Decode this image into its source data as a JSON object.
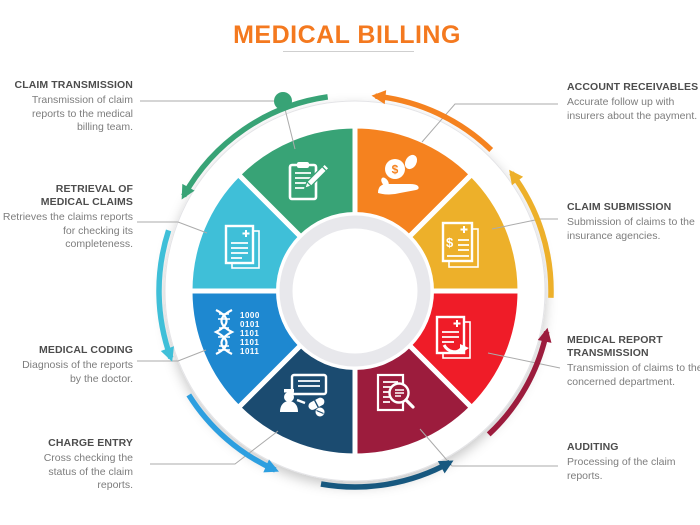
{
  "title": "MEDICAL BILLING",
  "palette": {
    "orange": "#F5821F",
    "yellow": "#EDB02A",
    "red": "#EF1C28",
    "maroon": "#9C1C3D",
    "navy": "#1B4B70",
    "blue": "#1E88D0",
    "cyan": "#3FBFD8",
    "green": "#38A376",
    "arc_blue": "#2D9FE0",
    "arc_navy": "#17587F",
    "heading_text": "#4D4D4D",
    "body_text": "#7D7D7D",
    "connector": "#ABABAB",
    "title_orange": "#F4791F"
  },
  "steps": [
    {
      "id": "account-receivables",
      "title": "ACCOUNT RECEIVABLES",
      "desc": "Accurate follow up with insurers about the payment.",
      "icon": "hand-coins-icon",
      "color": "orange",
      "coin_symbol": "$"
    },
    {
      "id": "claim-submission",
      "title": "CLAIM SUBMISSION",
      "desc": "Submission of claims to the insurance agencies.",
      "icon": "dollar-document-icon",
      "color": "yellow",
      "doc_symbol": "$"
    },
    {
      "id": "medical-report-transmission",
      "title": "MEDICAL REPORT TRANSMISSION",
      "desc": "Transmission of claims to the concerned department.",
      "icon": "document-forward-icon",
      "color": "red"
    },
    {
      "id": "auditing",
      "title": "AUDITING",
      "desc": "Processing of the claim reports.",
      "icon": "document-magnifier-icon",
      "color": "maroon"
    },
    {
      "id": "charge-entry",
      "title": "CHARGE ENTRY",
      "desc": "Cross checking the status of the claim reports.",
      "icon": "doctor-prescription-icon",
      "color": "navy"
    },
    {
      "id": "medical-coding",
      "title": "MEDICAL CODING",
      "desc": "Diagnosis of the reports by the doctor.",
      "icon": "dna-code-icon",
      "color": "blue",
      "binary_lines": [
        "1000",
        "0101",
        "1101",
        "1101",
        "1011"
      ]
    },
    {
      "id": "retrieval-of-medical-claims",
      "title": "RETRIEVAL OF MEDICAL CLAIMS",
      "desc": "Retrieves the claims reports for checking its completeness.",
      "icon": "medical-document-icon",
      "color": "cyan"
    },
    {
      "id": "claim-transmission",
      "title": "CLAIM TRANSMISSION",
      "desc": "Transmission of claim reports to the medical billing team.",
      "icon": "clipboard-pencil-icon",
      "color": "green"
    }
  ]
}
